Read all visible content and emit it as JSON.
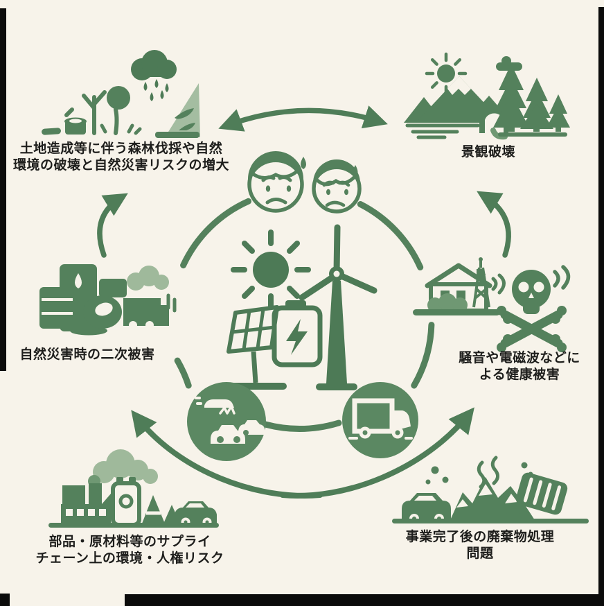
{
  "palette": {
    "background": "#f7f3ea",
    "green_main": "#54815c",
    "green_dark": "#4d7a56",
    "green_mid": "#6f9873",
    "green_light": "#9fb99b",
    "ink": "#1e1e1c",
    "frame": "#0b0b0b"
  },
  "center": {
    "icons": [
      "worried-faces-icon",
      "sun-icon",
      "solar-panel-icon",
      "battery-icon",
      "wind-turbine-icon"
    ],
    "hub_icons": [
      "traffic-cars-icon",
      "delivery-truck-icon"
    ]
  },
  "nodes": [
    {
      "id": "deforestation",
      "icon": "deforestation-landslide-icon",
      "lines": [
        "土地造成等に伴う森林伐採や自然",
        "環境の破壊と自然災害リスクの増大"
      ]
    },
    {
      "id": "landscape",
      "icon": "scenery-destruction-icon",
      "lines": [
        "景観破壊"
      ]
    },
    {
      "id": "secondary-disaster",
      "icon": "toxic-debris-spill-icon",
      "lines": [
        "自然災害時の二次被害"
      ]
    },
    {
      "id": "health-damage",
      "icon": "noise-emf-skull-icon",
      "lines": [
        "騒音や電磁波などに",
        "よる健康被害"
      ]
    },
    {
      "id": "supply-chain",
      "icon": "factory-supply-chain-icon",
      "lines": [
        "部品・原材料等のサプライ",
        "チェーン上の環境・人権リスク"
      ]
    },
    {
      "id": "waste-disposal",
      "icon": "abandoned-waste-icon",
      "lines": [
        "事業完了後の廃棄物処理",
        "問題"
      ]
    }
  ]
}
